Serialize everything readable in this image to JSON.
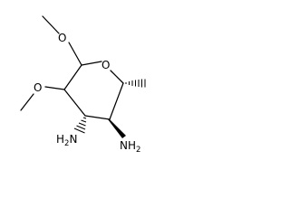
{
  "molecule": {
    "atoms": {
      "ring_oxygen": "O",
      "methoxy_top_oxygen": "O",
      "methoxy_left_oxygen": "O",
      "amine_left": {
        "main": "H",
        "sub": "2",
        "tail": "N"
      },
      "amine_right": {
        "main": "NH",
        "sub": "2"
      }
    },
    "colors": {
      "bond": "#000000",
      "text": "#000000",
      "background": "#ffffff"
    }
  }
}
